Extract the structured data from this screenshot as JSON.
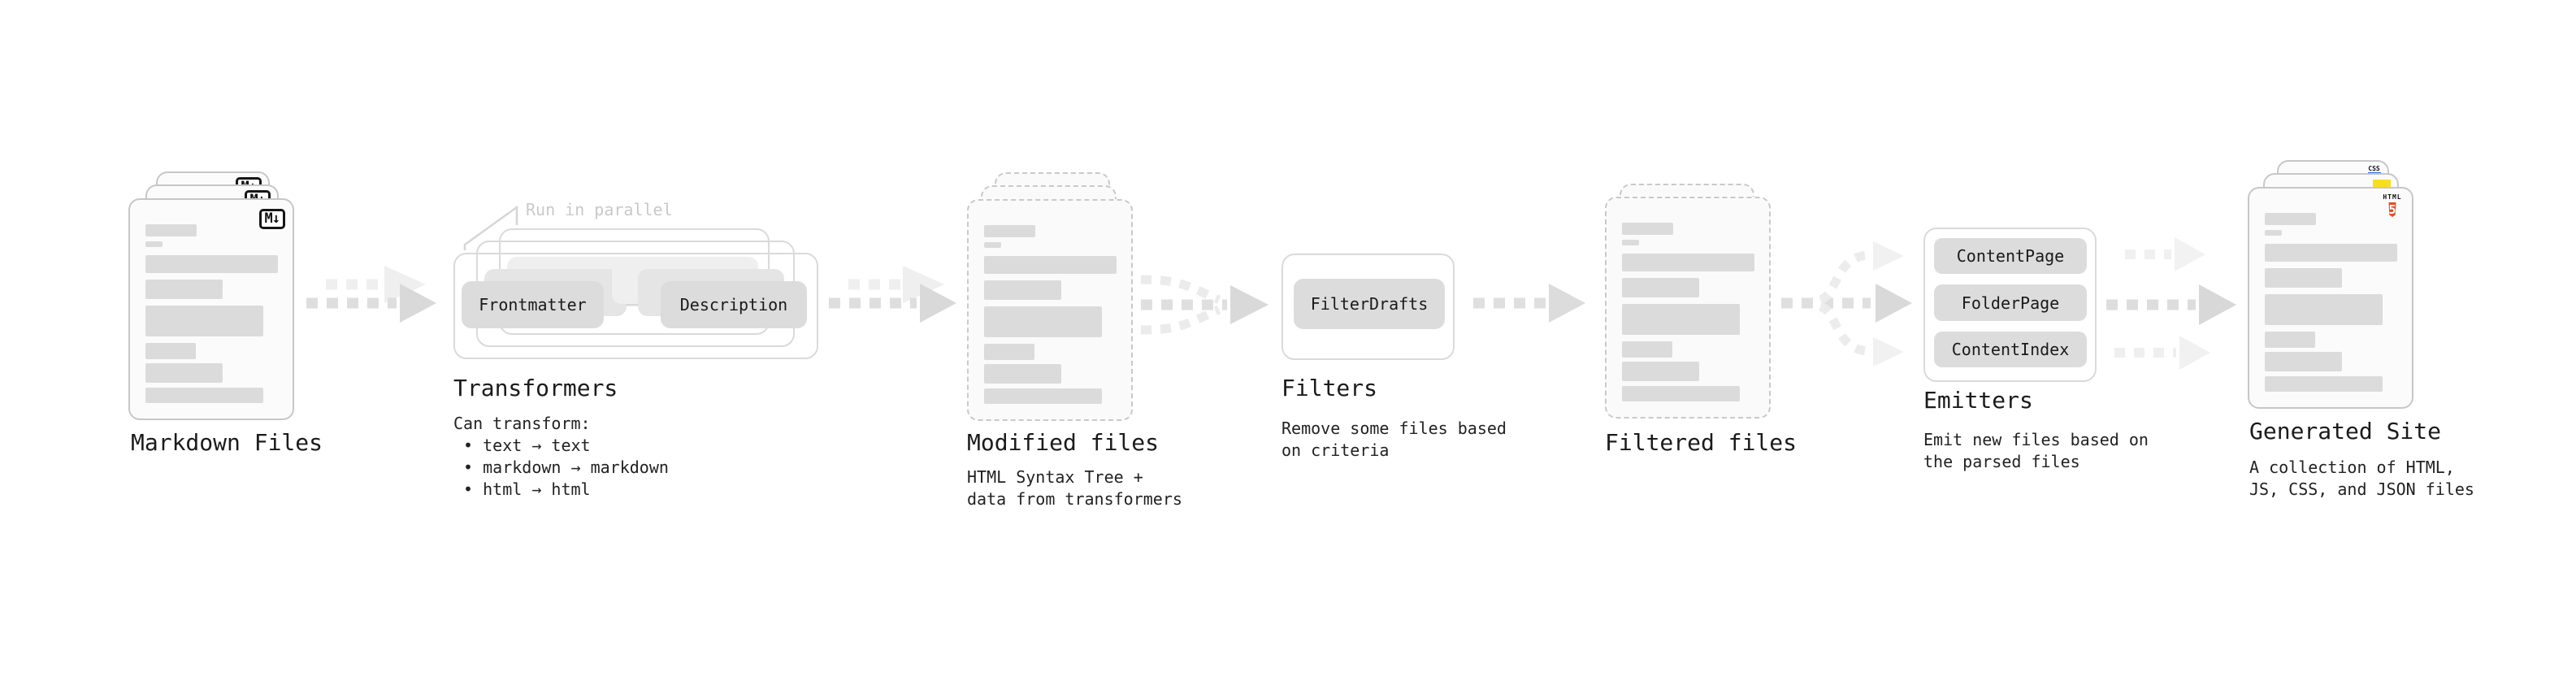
{
  "stages": {
    "markdown_files": {
      "label": "Markdown Files",
      "badge": "M↓"
    },
    "transformers": {
      "note": "Run in parallel",
      "chip_left": "Frontmatter",
      "chip_right": "Description",
      "title": "Transformers",
      "description": "Can transform:\n • text → text\n • markdown → markdown\n • html → html"
    },
    "modified_files": {
      "title": "Modified files",
      "description": "HTML Syntax Tree +\ndata from transformers"
    },
    "filters": {
      "chip": "FilterDrafts",
      "title": "Filters",
      "description": "Remove some files based\non criteria"
    },
    "filtered_files": {
      "title": "Filtered files"
    },
    "emitters": {
      "chips": [
        "ContentPage",
        "FolderPage",
        "ContentIndex"
      ],
      "title": "Emitters",
      "description": "Emit new files based on\nthe parsed files"
    },
    "generated_site": {
      "title": "Generated Site",
      "description": "A collection of HTML,\nJS, CSS, and JSON files",
      "badges": {
        "css": "CSS",
        "html": "HTML",
        "html_number": "5"
      }
    }
  },
  "colors": {
    "css_blue": "#2965f1",
    "js_yellow": "#f7df1e",
    "html_orange": "#e44d26",
    "card_border": "#c7c7c7",
    "panel_border": "#dadada",
    "chip_fill": "#dcdcdc",
    "arrow_gray": "#d8d8d8",
    "note_gray": "#c9c9c9"
  }
}
